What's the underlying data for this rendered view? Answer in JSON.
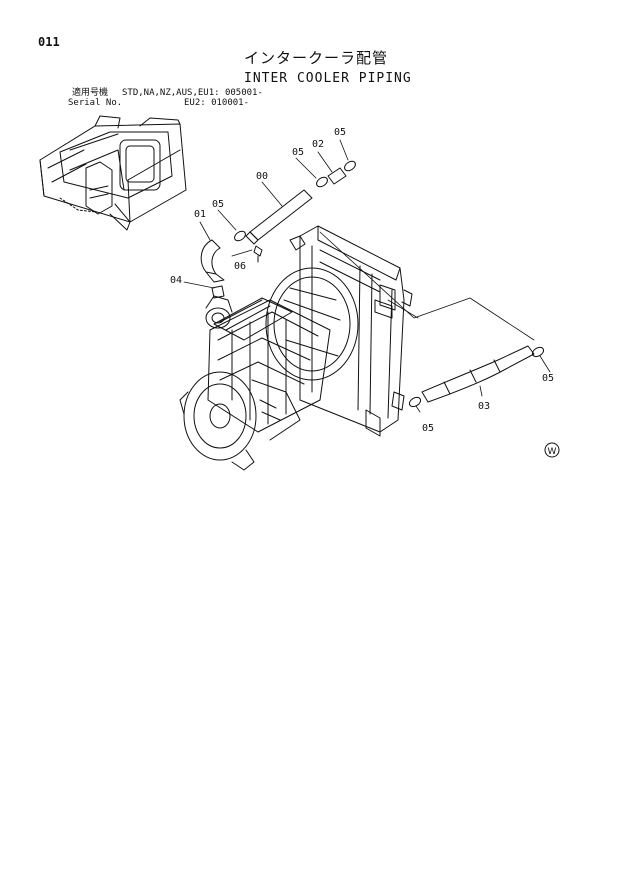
{
  "page": {
    "number": "011",
    "title_jp": "インタークーラ配管",
    "title_en": "INTER COOLER PIPING",
    "applicable_models_label": "適用号機",
    "applicable_models_value": "STD,NA,NZ,AUS,EU1: 005001-",
    "serial_label": "Serial No.",
    "serial_value": "EU2: 010001-",
    "logo_mark": "W"
  },
  "callouts": [
    "05",
    "02",
    "05",
    "00",
    "01",
    "05",
    "06",
    "04",
    "05",
    "03",
    "05"
  ]
}
